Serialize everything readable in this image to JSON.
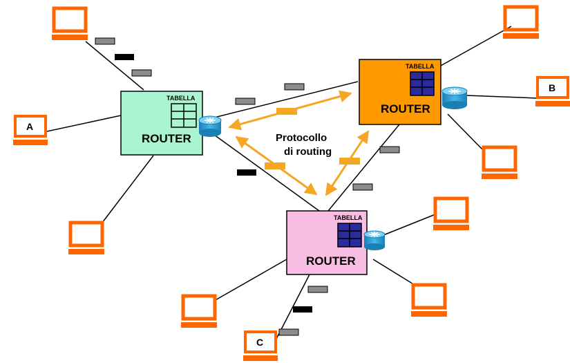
{
  "routers": [
    {
      "id": "r1",
      "label": "ROUTER",
      "table_label": "TABELLA",
      "fill": "#aaf5cf",
      "table_fill": "#aaf5cf"
    },
    {
      "id": "r2",
      "label": "ROUTER",
      "table_label": "TABELLA",
      "fill": "#ff9900",
      "table_fill": "#2b2b9e"
    },
    {
      "id": "r3",
      "label": "ROUTER",
      "table_label": "TABELLA",
      "fill": "#f7bde3",
      "table_fill": "#2b2b9e"
    }
  ],
  "hosts": [
    {
      "id": "host-a",
      "label": "A"
    },
    {
      "id": "host-b",
      "label": "B"
    },
    {
      "id": "host-c",
      "label": "C"
    }
  ],
  "protocol_label_line1": "Protocollo",
  "protocol_label_line2": "di routing",
  "colors": {
    "computer": "#ff6600",
    "packet_gray": "#8c8c8c",
    "packet_black": "#000000",
    "protocol_arrow": "#f5a623",
    "router_icon": "#2a9fd6"
  }
}
